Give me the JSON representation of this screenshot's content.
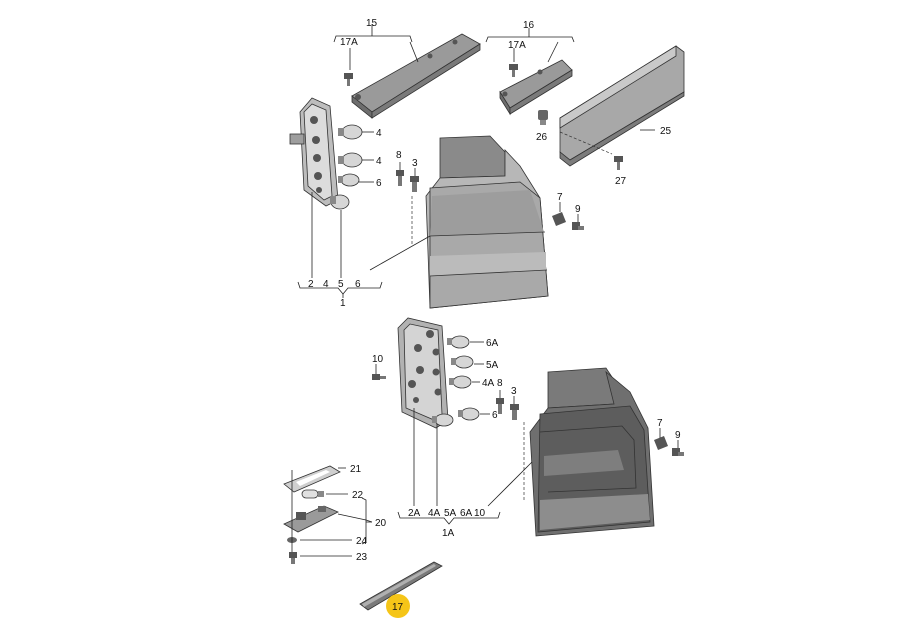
{
  "parts": {
    "p15": "15",
    "p16": "16",
    "p17A_left": "17A",
    "p17A_right": "17A",
    "p25": "25",
    "p26": "26",
    "p27": "27",
    "p4a": "4",
    "p4b": "4",
    "p6": "6",
    "p8a": "8",
    "p3a": "3",
    "p7a": "7",
    "p9a": "9",
    "g1_2": "2",
    "g1_4": "4",
    "g1_5": "5",
    "g1_6": "6",
    "g1_1": "1",
    "p6A": "6A",
    "p5A": "5A",
    "p4A": "4A",
    "p6b": "6",
    "p10": "10",
    "p8b": "8",
    "p3b": "3",
    "p7b": "7",
    "p9b": "9",
    "g2_2A": "2A",
    "g2_4A": "4A",
    "g2_5A": "5A",
    "g2_6A": "6A",
    "g2_10": "10",
    "g2_1A": "1A",
    "p21": "21",
    "p22": "22",
    "p20": "20",
    "p24": "24",
    "p23": "23",
    "p17": "17"
  },
  "highlight_color": "#f5c518"
}
